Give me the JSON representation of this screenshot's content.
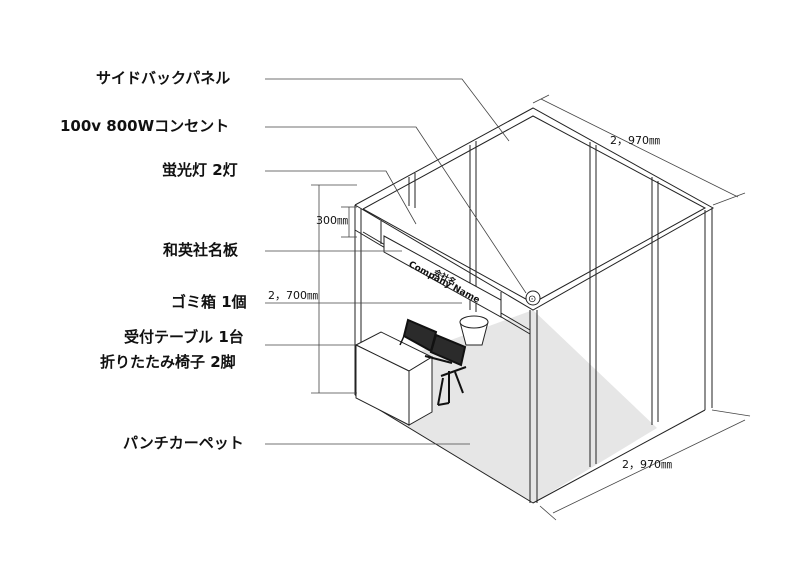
{
  "labels": {
    "side_panel": "サイドバックパネル",
    "outlet": "100v 800Wコンセント",
    "fluorescent": "蛍光灯 2灯",
    "nameplate": "和英社名板",
    "trash": "ゴミ箱 1個",
    "reception_line1": "受付テーブル 1台",
    "reception_line2": "折りたたみ椅子 2脚",
    "carpet": "パンチカーペット"
  },
  "dimensions": {
    "top_width": "2，970㎜",
    "height": "2，700㎜",
    "fascia": "300㎜",
    "bottom_width": "2，970㎜"
  },
  "sign": {
    "jp": "会社名",
    "en": "Company Name"
  },
  "outlet_symbol": "⊙"
}
